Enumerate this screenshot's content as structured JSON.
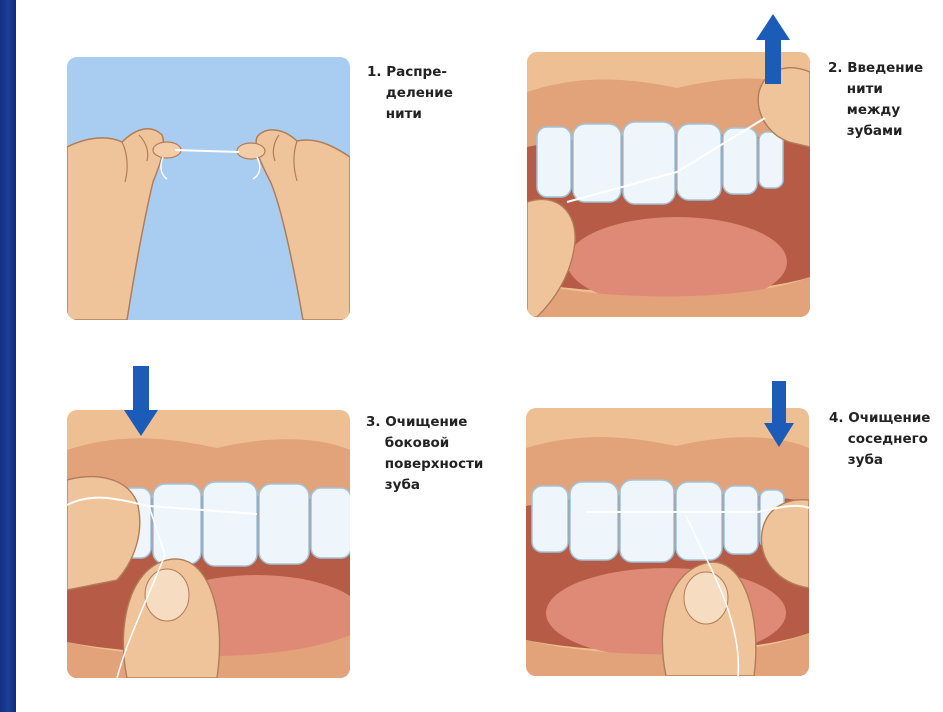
{
  "steps": [
    {
      "caption": "1. Распре-\n    деление\n    нити",
      "illustration": "hands-stretching-floss"
    },
    {
      "caption": "2. Введение\n    нити\n    между\n    зубами",
      "illustration": "floss-inserted-between-teeth"
    },
    {
      "caption": "3. Очищение\n    боковой\n    поверхности\n    зуба",
      "illustration": "floss-cleaning-tooth-side"
    },
    {
      "caption": "4. Очищение\n    соседнего\n    зуба",
      "illustration": "floss-cleaning-adjacent-tooth"
    }
  ],
  "arrows": [
    {
      "panel": 2,
      "direction": "up",
      "icon": "arrow-up-icon"
    },
    {
      "panel": 3,
      "direction": "down",
      "icon": "arrow-down-icon"
    },
    {
      "panel": 4,
      "direction": "down",
      "icon": "arrow-down-icon"
    }
  ],
  "colors": {
    "background_blue": "#0e2c78",
    "panel_sky": "#a9cdf0",
    "skin": "#edbf93",
    "lip": "#e2a27a",
    "tooth": "#eef6fc",
    "mouth": "#b65b45",
    "tongue": "#df8a76",
    "arrow": "#1b5cb8"
  }
}
